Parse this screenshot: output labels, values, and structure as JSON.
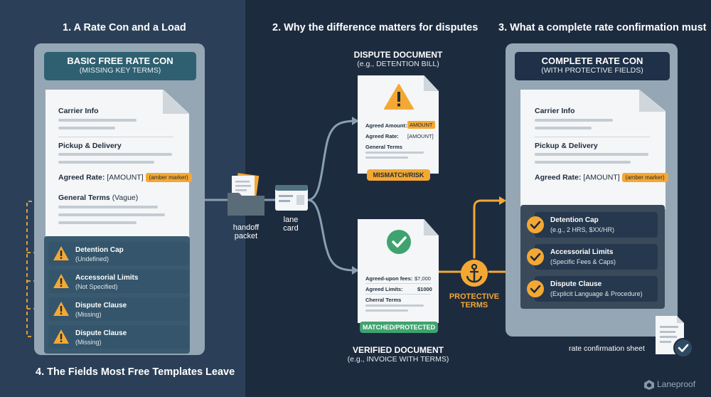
{
  "headings": {
    "h1": "1. A Rate Con and a Load",
    "h2": "2. Why the difference matters for disputes",
    "h3": "3. What a complete rate confirmation must",
    "h4": "4. The Fields Most Free Templates Leave"
  },
  "left_panel": {
    "header_title": "BASIC FREE RATE CON",
    "header_subtitle": "(MISSING KEY TERMS)",
    "carrier_info": "Carrier Info",
    "pickup_delivery": "Pickup & Delivery",
    "agreed_rate_label": "Agreed Rate:",
    "agreed_rate_value": "[AMOUNT]",
    "amber_marker": "(amber marker)",
    "general_terms_label": "General Terms",
    "general_terms_value": "(Vague)",
    "missing_fields": [
      {
        "title": "Detention Cap",
        "subtitle": "(Undefined)"
      },
      {
        "title": "Accessorial Limits",
        "subtitle": "(Not Specified)"
      },
      {
        "title": "Dispute Clause",
        "subtitle": "(Missing)"
      },
      {
        "title": "Dispute Clause",
        "subtitle": "(Missing)"
      }
    ]
  },
  "middle": {
    "handoff_label_1": "handoff",
    "handoff_label_2": "packet",
    "lane_label_1": "lane",
    "lane_label_2": "card",
    "dispute_title": "DISPUTE DOCUMENT",
    "dispute_subtitle": "(e.g., DETENTION BILL)",
    "dispute_rows": [
      {
        "label": "Agreed Amount:",
        "value": "AMOUNT"
      },
      {
        "label": "Agreed Rate:",
        "value": "[AMOUNT]"
      },
      {
        "label": "General Terms",
        "value": ""
      }
    ],
    "mismatch_badge": "MISMATCH/RISK",
    "verified_rows": [
      {
        "label": "Agreed-upon fees:",
        "value": "$7,000"
      },
      {
        "label": "Agreed Limits:",
        "value": "$1000"
      },
      {
        "label": "Cherral Terms",
        "value": ""
      }
    ],
    "matched_badge": "MATCHED/PROTECTED",
    "verified_title": "VERIFIED DOCUMENT",
    "verified_subtitle": "(e.g., INVOICE WITH TERMS)",
    "protective_1": "PROTECTIVE",
    "protective_2": "TERMS"
  },
  "right_panel": {
    "header_title": "COMPLETE RATE CON",
    "header_subtitle": "(WITH PROTECTIVE FIELDS)",
    "carrier_info": "Carrier Info",
    "pickup_delivery": "Pickup & Delivery",
    "agreed_rate_label": "Agreed Rate:",
    "agreed_rate_value": "[AMOUNT]",
    "amber_marker": "(amber marker)",
    "protective_fields": [
      {
        "title": "Detention Cap",
        "subtitle": "(e.g., 2 HRS, $XX/HR)"
      },
      {
        "title": "Accessorial Limits",
        "subtitle": "(Specific Fees & Caps)"
      },
      {
        "title": "Dispute Clause",
        "subtitle": "(Explicit Language & Procedure)"
      }
    ],
    "sheet_caption": "rate confirmation sheet"
  },
  "brand": "Laneproof",
  "colors": {
    "amber": "#f4a833",
    "green": "#3fa36f",
    "teal_header": "#2f6071",
    "navy_header": "#1f3148",
    "connector": "#8aa0ae"
  }
}
